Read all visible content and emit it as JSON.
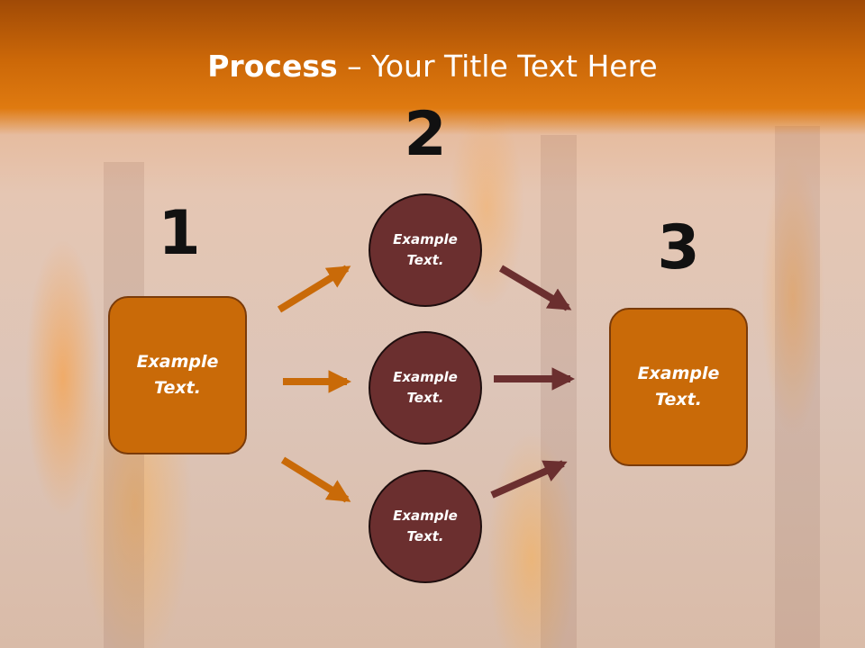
{
  "title": {
    "bold": "Process",
    "rest": " – Your Title Text Here"
  },
  "steps": [
    {
      "number": "1",
      "text": "Example\nText."
    },
    {
      "number": "2",
      "items": [
        "Example\nText.",
        "Example\nText.",
        "Example\nText."
      ]
    },
    {
      "number": "3",
      "text": "Example\nText."
    }
  ],
  "colors": {
    "orange": "#c96a08",
    "maroon": "#6b2f2f",
    "arrow_left": "#c96a08",
    "arrow_right": "#6b2f2f"
  }
}
